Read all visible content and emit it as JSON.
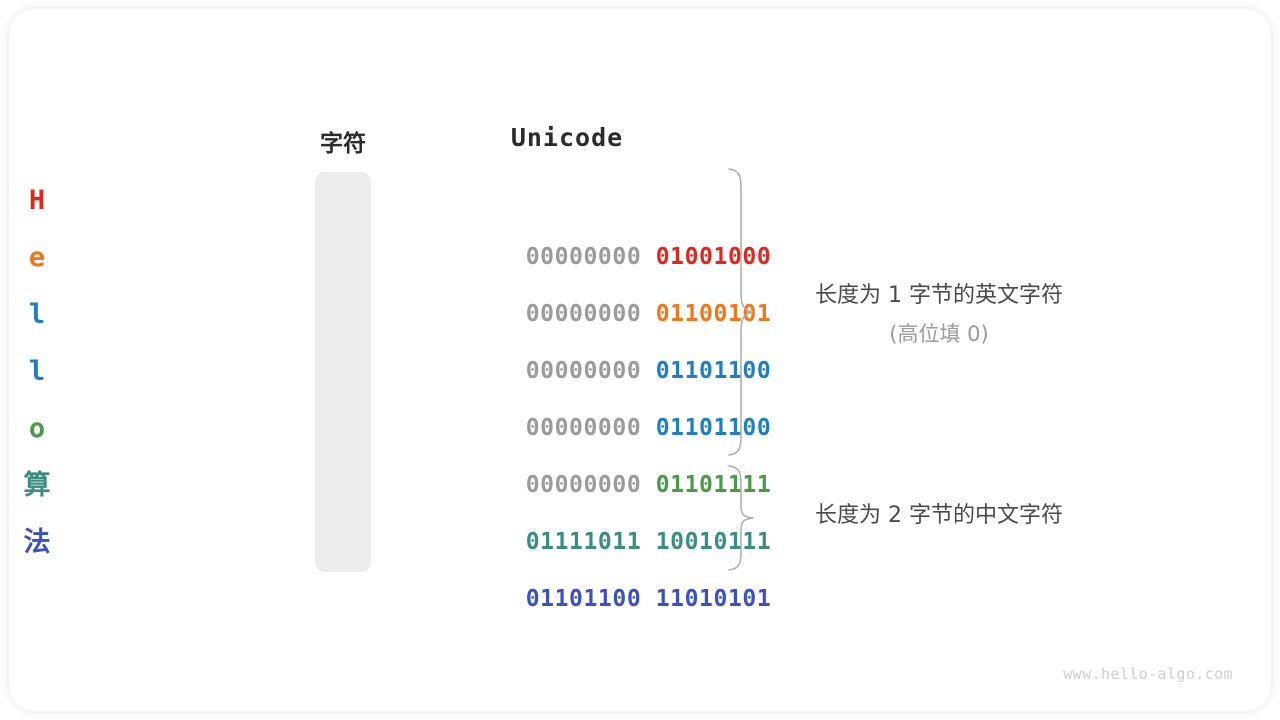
{
  "page": {
    "background": "#ffffff",
    "card_background": "#ffffff",
    "watermark": "www.hello-algo.com"
  },
  "headers": {
    "char_column": "字符",
    "unicode_column": "Unicode"
  },
  "palette": {
    "red": "#e0271d",
    "orange": "#f0751b",
    "blue": "#1e7fc4",
    "green": "#4a9b47",
    "teal": "#3a8e80",
    "indigo": "#3a51c6",
    "high_bits_gray": "#9b9b9b",
    "pill_background": "#ececec",
    "brace_stroke": "#b0b0b0",
    "annotation_text": "#4a4a4a",
    "annotation_subtext": "#9a9a9a"
  },
  "rows": [
    {
      "char": "H",
      "high": "00000000",
      "low": "01001000",
      "color": "#e0271d",
      "cjk": false
    },
    {
      "char": "e",
      "high": "00000000",
      "low": "01100101",
      "color": "#f0751b",
      "cjk": false
    },
    {
      "char": "l",
      "high": "00000000",
      "low": "01101100",
      "color": "#1e7fc4",
      "cjk": false
    },
    {
      "char": "l",
      "high": "00000000",
      "low": "01101100",
      "color": "#1e7fc4",
      "cjk": false
    },
    {
      "char": "o",
      "high": "00000000",
      "low": "01101111",
      "color": "#4a9b47",
      "cjk": false
    },
    {
      "char": "算",
      "high": "01111011",
      "low": "10010111",
      "color": "#3a8e80",
      "cjk": true
    },
    {
      "char": "法",
      "high": "01101100",
      "low": "11010101",
      "color": "#3a51c6",
      "cjk": true
    }
  ],
  "annotations": [
    {
      "line1": "长度为 1 字节的英文字符",
      "line2": "(高位填 0)",
      "covers_rows": [
        0,
        1,
        2,
        3,
        4
      ]
    },
    {
      "line1": "长度为 2 字节的中文字符",
      "line2": "",
      "covers_rows": [
        5,
        6
      ]
    }
  ]
}
